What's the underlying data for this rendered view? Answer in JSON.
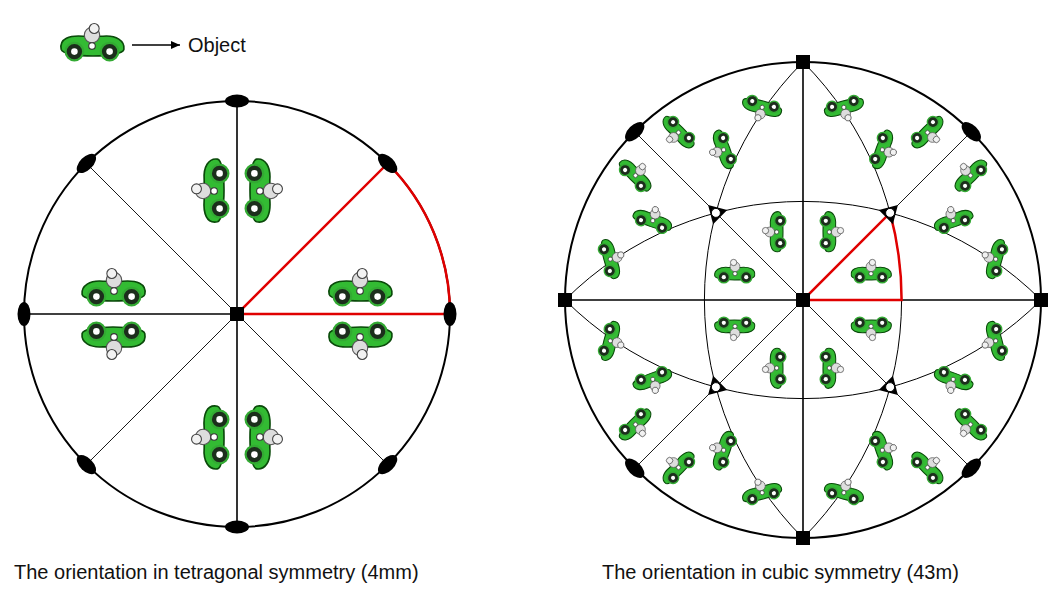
{
  "diagram": {
    "labels": [
      "Object",
      "The orientation in tetragonal symmetry (4mm)",
      "The orientation in cubic symmetry (43m)"
    ]
  }
}
